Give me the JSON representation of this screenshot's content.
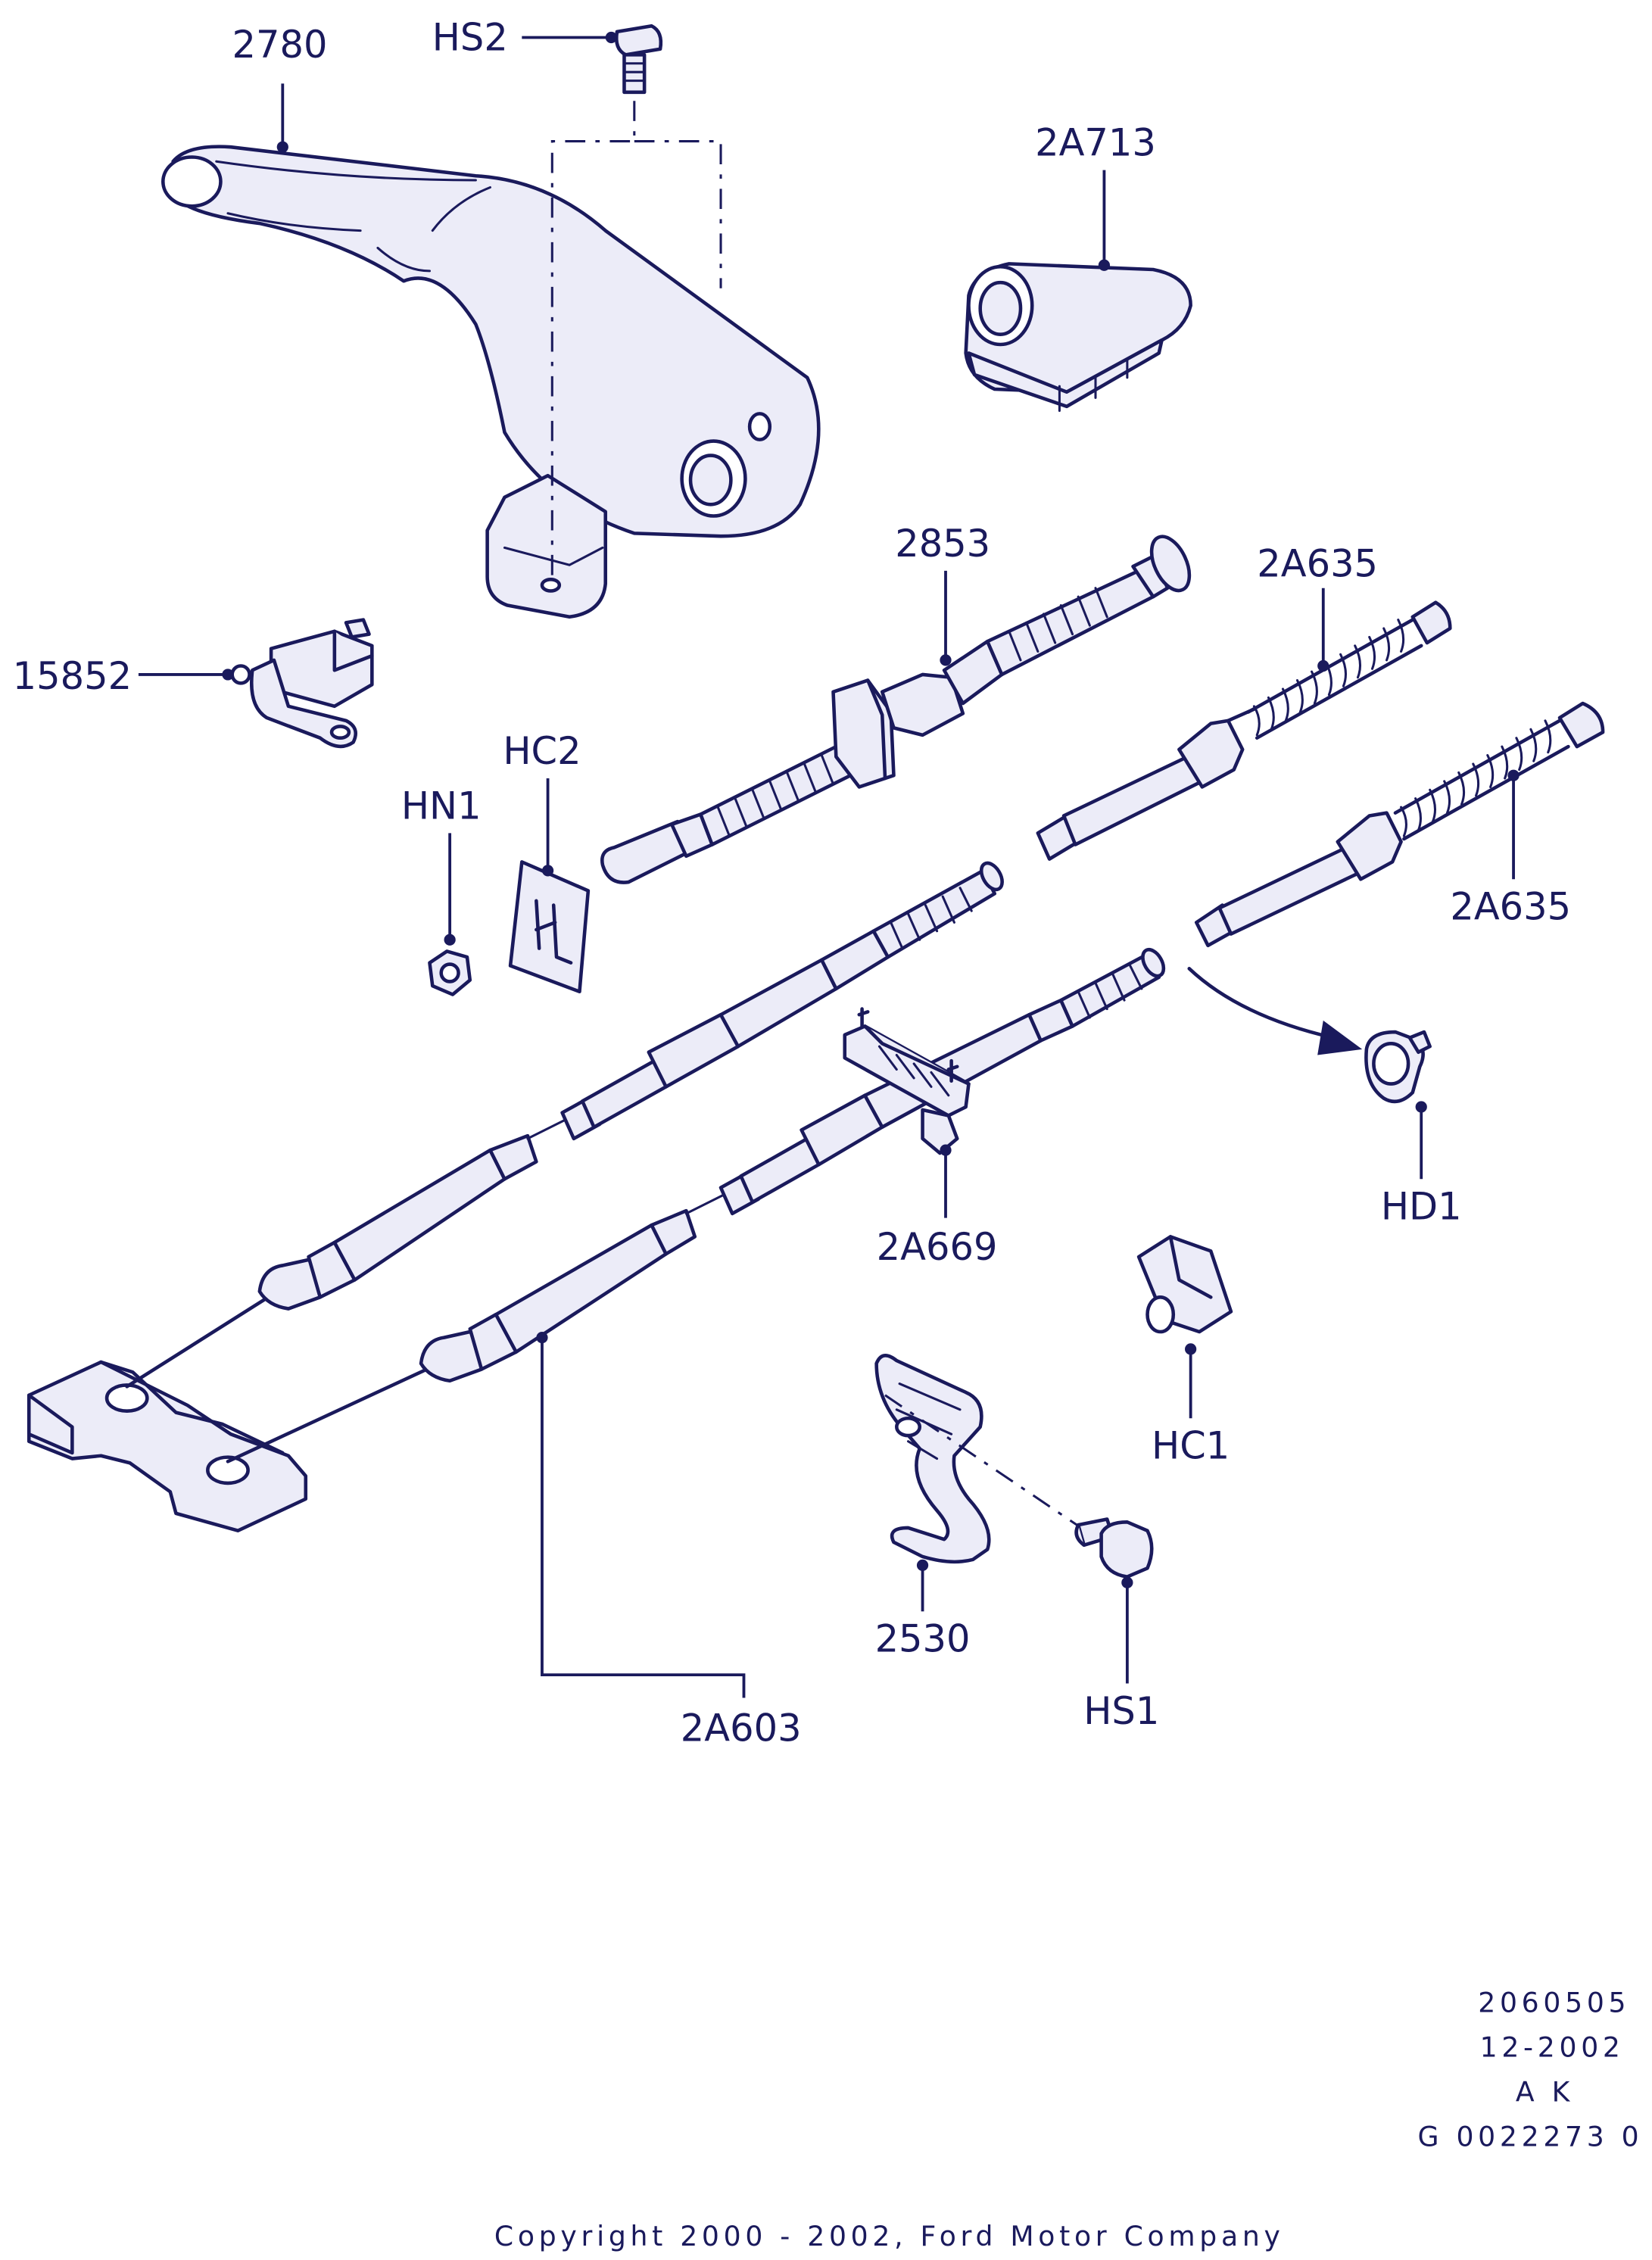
{
  "callouts": {
    "handbrake_lever": "2780",
    "bolt_top": "HS2",
    "lever_gaiter": "2A713",
    "adjuster_cable": "2853",
    "rear_cable_upper": "2A635",
    "rear_cable_lower": "2A635",
    "switch": "15852",
    "clip_hc2": "HC2",
    "nut": "HN1",
    "retainer_hd1": "HD1",
    "cable_guide": "2A669",
    "clip_hc1": "HC1",
    "bracket": "2530",
    "bolt_bottom": "HS1",
    "front_cable": "2A603"
  },
  "footer": {
    "ref_number": "2060505",
    "date": "12-2002",
    "initials": "A K",
    "doc_code": "G 0022273 0",
    "copyright": "Copyright 2000 - 2002, Ford Motor Company"
  }
}
